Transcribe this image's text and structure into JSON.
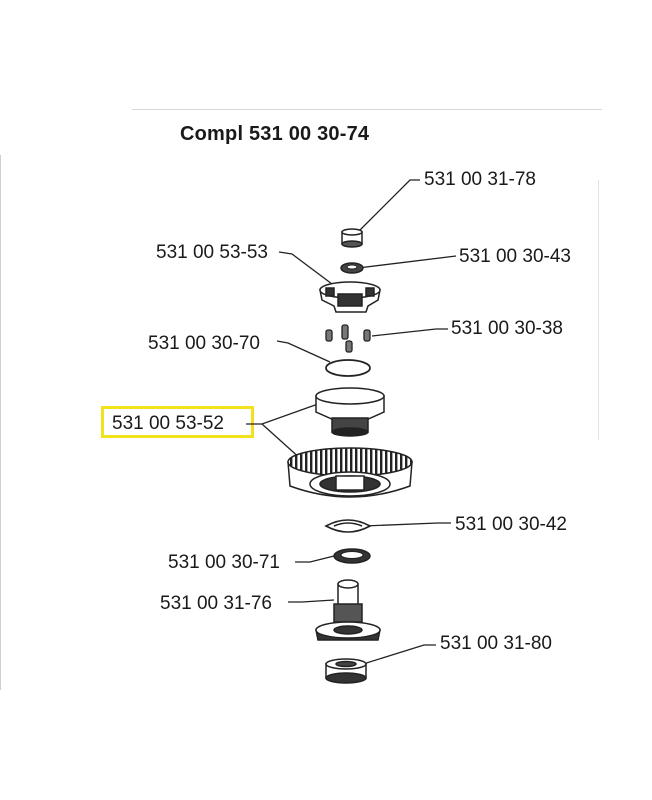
{
  "title": "Compl 531 00 30-74",
  "highlight_color": "#f2e21c",
  "parts": [
    {
      "id": "p1",
      "label": "531 00 31-78"
    },
    {
      "id": "p2",
      "label": "531 00 53-53"
    },
    {
      "id": "p3",
      "label": "531 00 30-43"
    },
    {
      "id": "p4",
      "label": "531 00 30-38"
    },
    {
      "id": "p5",
      "label": "531 00 30-70"
    },
    {
      "id": "p6",
      "label": "531 00 53-52",
      "highlighted": true
    },
    {
      "id": "p7",
      "label": "531 00 30-42"
    },
    {
      "id": "p8",
      "label": "531 00 30-71"
    },
    {
      "id": "p9",
      "label": "531 00 31-76"
    },
    {
      "id": "p10",
      "label": "531 00 31-80"
    }
  ]
}
